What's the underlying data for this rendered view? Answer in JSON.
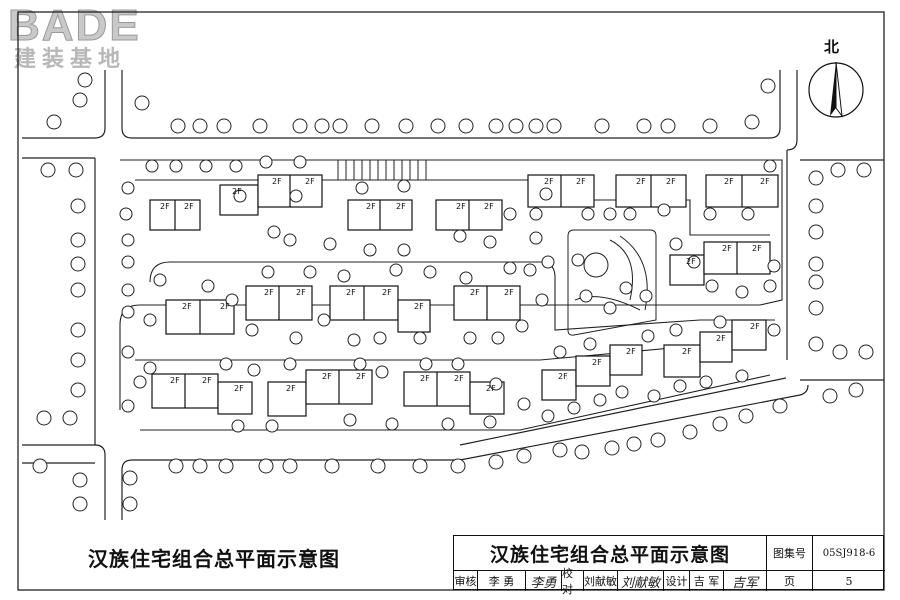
{
  "logo": {
    "word": "BADE",
    "sub": "建装基地"
  },
  "north_label": "北",
  "plan_labels": {
    "floor_tag": "2F"
  },
  "left_title": "汉族住宅组合总平面示意图",
  "title_block": {
    "main_title": "汉族住宅组合总平面示意图",
    "atlas_label": "图集号",
    "atlas_no": "05SJ918-6",
    "review_label": "审核",
    "review_name": "李 勇",
    "review_sign": "李勇",
    "check_label": "校对",
    "check_name": "刘献敏",
    "check_sign": "刘献敏",
    "design_label": "设计",
    "design_name": "吉 军",
    "design_sign": "吉军",
    "page_label": "页",
    "page_no": "5"
  }
}
